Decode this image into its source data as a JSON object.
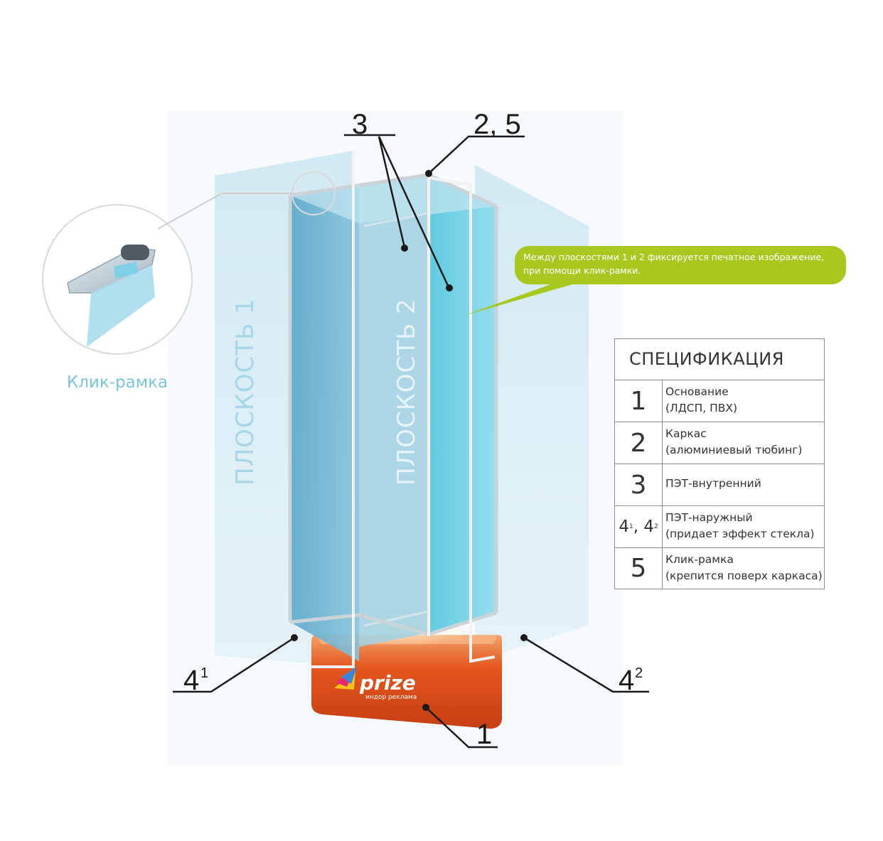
{
  "callouts": {
    "num_3": "3",
    "num_2_5": "2, 5",
    "num_4_1_base": "4",
    "num_4_1_sup": "1",
    "num_4_2_base": "4",
    "num_4_2_sup": "2",
    "num_1": "1"
  },
  "planes": {
    "plane_1": "ПЛОСКОСТЬ 1",
    "plane_2": "ПЛОСКОСТЬ 2"
  },
  "detail": {
    "caption": "Клик-рамка"
  },
  "bubble": {
    "line1": "Между плоскостями 1 и 2 фиксируется  печатное изображение,",
    "line2": "при помощи клик-рамки."
  },
  "brand": {
    "name": "prize",
    "tagline": "индор реклама"
  },
  "spec": {
    "title": "СПЕЦИФИКАЦИЯ",
    "rows": [
      {
        "num": "1",
        "line1": "Основание",
        "line2": "(ЛДСП, ПВХ)"
      },
      {
        "num": "2",
        "line1": "Каркас",
        "line2": "(алюминиевый тюбинг)"
      },
      {
        "num": "3",
        "line1": "ПЭТ-внутренний",
        "line2": ""
      },
      {
        "num_a": "4",
        "sup_a": "1",
        "num_b": "4",
        "sup_b": "2",
        "line1": "ПЭТ-наружный",
        "line2": "(придает эффект стекла)"
      },
      {
        "num": "5",
        "line1": "Клик-рамка",
        "line2": "(крепится поверх каркаса)"
      }
    ]
  },
  "colors": {
    "plane": "#cfe9f3",
    "glass": "#5fb6d6",
    "glass_right": "#6fd0e6",
    "base": "#e0521c",
    "bubble": "#a6c81f",
    "plane_label_1": "#a7d6e8",
    "plane_label_2": "#e6f4f9"
  }
}
